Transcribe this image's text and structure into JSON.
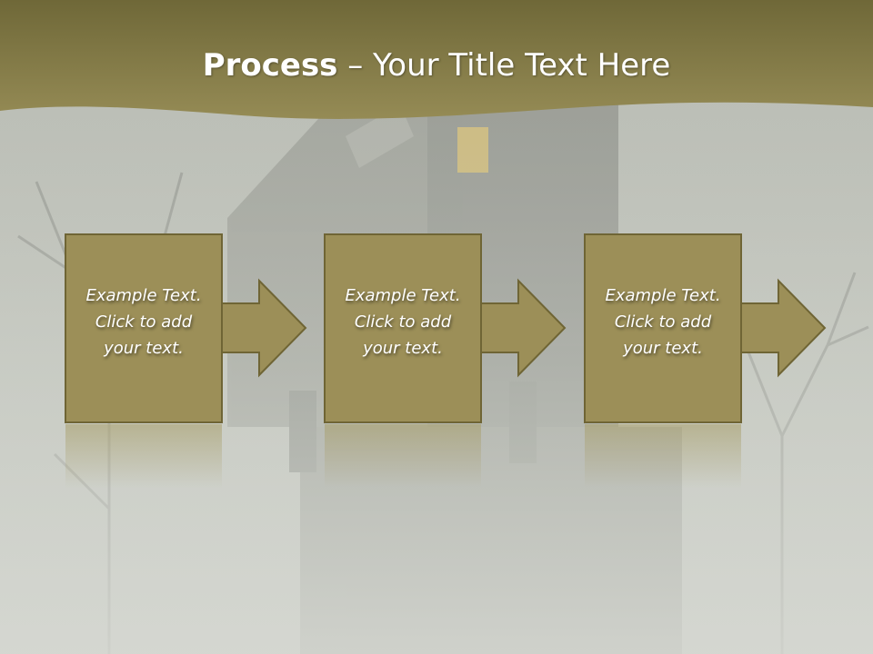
{
  "title": {
    "bold": "Process",
    "rest": " – Your Title Text Here"
  },
  "steps": [
    {
      "lines": [
        "Example Text.",
        "Click  to add",
        "your text."
      ]
    },
    {
      "lines": [
        "Example Text.",
        "Click  to add",
        "your text."
      ]
    },
    {
      "lines": [
        "Example Text.",
        "Click  to add",
        "your text."
      ]
    }
  ],
  "colors": {
    "banner": "#837a45",
    "box_fill": "#9c8f58",
    "box_border": "#6f6535",
    "text": "#ffffff"
  }
}
